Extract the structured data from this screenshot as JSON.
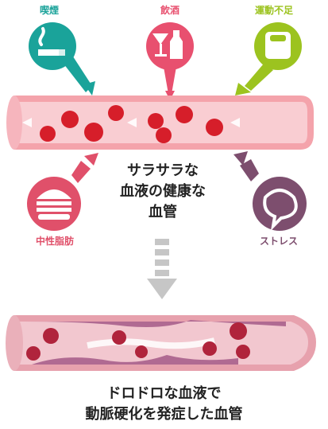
{
  "factors": {
    "smoking": {
      "label": "喫煙",
      "color": "#1aa39a",
      "icon": "cigarette-icon"
    },
    "drinking": {
      "label": "飲酒",
      "color": "#e8506f",
      "icon": "drinks-icon"
    },
    "exercise": {
      "label": "運動不足",
      "color": "#9cc31f",
      "icon": "scale-icon"
    },
    "fat": {
      "label": "中性脂肪",
      "color": "#e0506a",
      "icon": "burger-icon"
    },
    "stress": {
      "label": "ストレス",
      "color": "#7d4e6e",
      "icon": "speech-bubble-icon"
    }
  },
  "healthy": {
    "line1": "サラサラな",
    "line2": "血液の健康な",
    "line3": "血管"
  },
  "unhealthy": {
    "line1": "ドロドロな血液で",
    "line2": "動脈硬化を発症した血管"
  }
}
